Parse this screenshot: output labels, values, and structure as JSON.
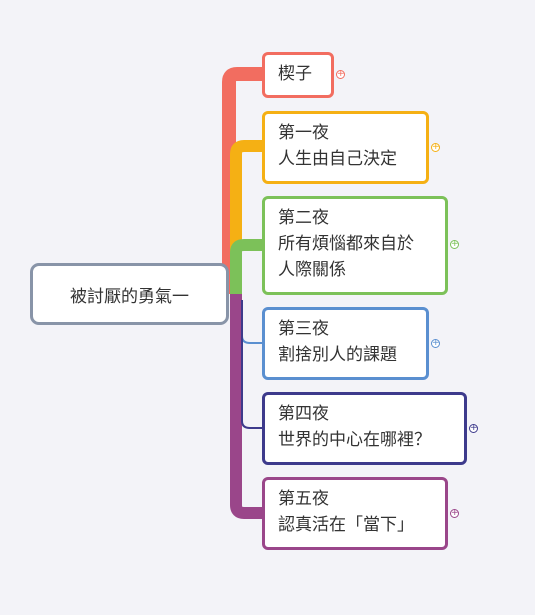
{
  "root": {
    "label": "被討厭的勇氣一"
  },
  "branches": [
    {
      "id": "b0",
      "lines": [
        "楔子"
      ],
      "color": "#f26d60"
    },
    {
      "id": "b1",
      "lines": [
        "第一夜",
        "人生由自己決定"
      ],
      "color": "#f5b014"
    },
    {
      "id": "b2",
      "lines": [
        "第二夜",
        "所有煩惱都來自於",
        "人際關係"
      ],
      "color": "#7cc159"
    },
    {
      "id": "b3",
      "lines": [
        "第三夜",
        "割捨別人的課題"
      ],
      "color": "#5a8fd0"
    },
    {
      "id": "b4",
      "lines": [
        "第四夜",
        "世界的中心在哪裡？"
      ],
      "color": "#3d3a8c"
    },
    {
      "id": "b5",
      "lines": [
        "第五夜",
        "認真活在「當下」"
      ],
      "color": "#9a468a"
    }
  ],
  "toggle_symbol": "+"
}
